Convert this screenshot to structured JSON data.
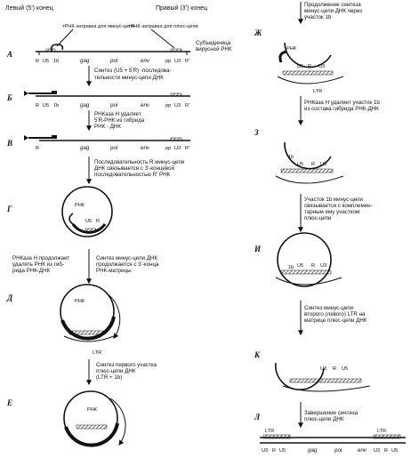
{
  "header": {
    "left_end": "Левый (5') конец",
    "right_end": "Правый (3') конец"
  },
  "labels": {
    "trna_primer_minus": "тРНК-затравка для минус-цепи",
    "trna_primer_plus": "тРНК-затравка для плюс-цепи",
    "subunit_line1": "Субъединица",
    "subunit_line2": "вирусной РНК"
  },
  "genome": {
    "r": "R",
    "u5": "U5",
    "lb": "1b",
    "gag": "gag",
    "pol": "pol",
    "env": "env",
    "pp": "pp",
    "u3": "U3",
    "r_prime": "R'",
    "rnk": "РНК",
    "ltr": "LTR"
  },
  "stage_letters": [
    "А",
    "Б",
    "В",
    "Г",
    "Д",
    "Е",
    "Ж",
    "З",
    "И",
    "К",
    "Л"
  ],
  "steps": {
    "s1_l1": "Синтез (U5 + 5'R) -последова-",
    "s1_l2": "тельности минус-цепи ДНК",
    "s2_l1": "РНКаза Н удаляет",
    "s2_l2": "5'R-РНК из гибрида",
    "s2_l3": "РНК - ДНК",
    "s3_l1": "Последовательность R минус-цепи",
    "s3_l2": "ДНК связывается с 3'-концевой",
    "s3_l3": "последовательностью R' РНК",
    "s4a_l1": "РНКаза Н продолжает",
    "s4a_l2": "удалять РНК из гиб-",
    "s4a_l3": "рида РНК-ДНК",
    "s4b_l1": "Синтез минус-цепи ДНК",
    "s4b_l2": "продолжается с 3'-конца",
    "s4b_l3": "РНК-матрицы",
    "s5_l1": "Синтез первого участка",
    "s5_l2": "плюс-цепи ДНК",
    "s5_l3": "(LTR + 1b)",
    "s6_l1": "Продолжение синтеза",
    "s6_l2": "минус-цепи ДНК через",
    "s6_l3": "участок 1b",
    "s7_l1": "РНКаза Н удаляет участок 1b",
    "s7_l2": "из состава гибрида РНК-ДНК",
    "s8_l1": "Участок 1b минус-цепи",
    "s8_l2": "связывается с комплемен-",
    "s8_l3": "тарным ему участком",
    "s8_l4": "плюс-цепи",
    "s9_l1": "Синтез минус-цепи",
    "s9_l2": "второго (левого) LTR на",
    "s9_l3": "матрице плюс-цепи ДНК",
    "s10_l1": "Завершение синтеза",
    "s10_l2": "плюс-цепи ДНК"
  }
}
